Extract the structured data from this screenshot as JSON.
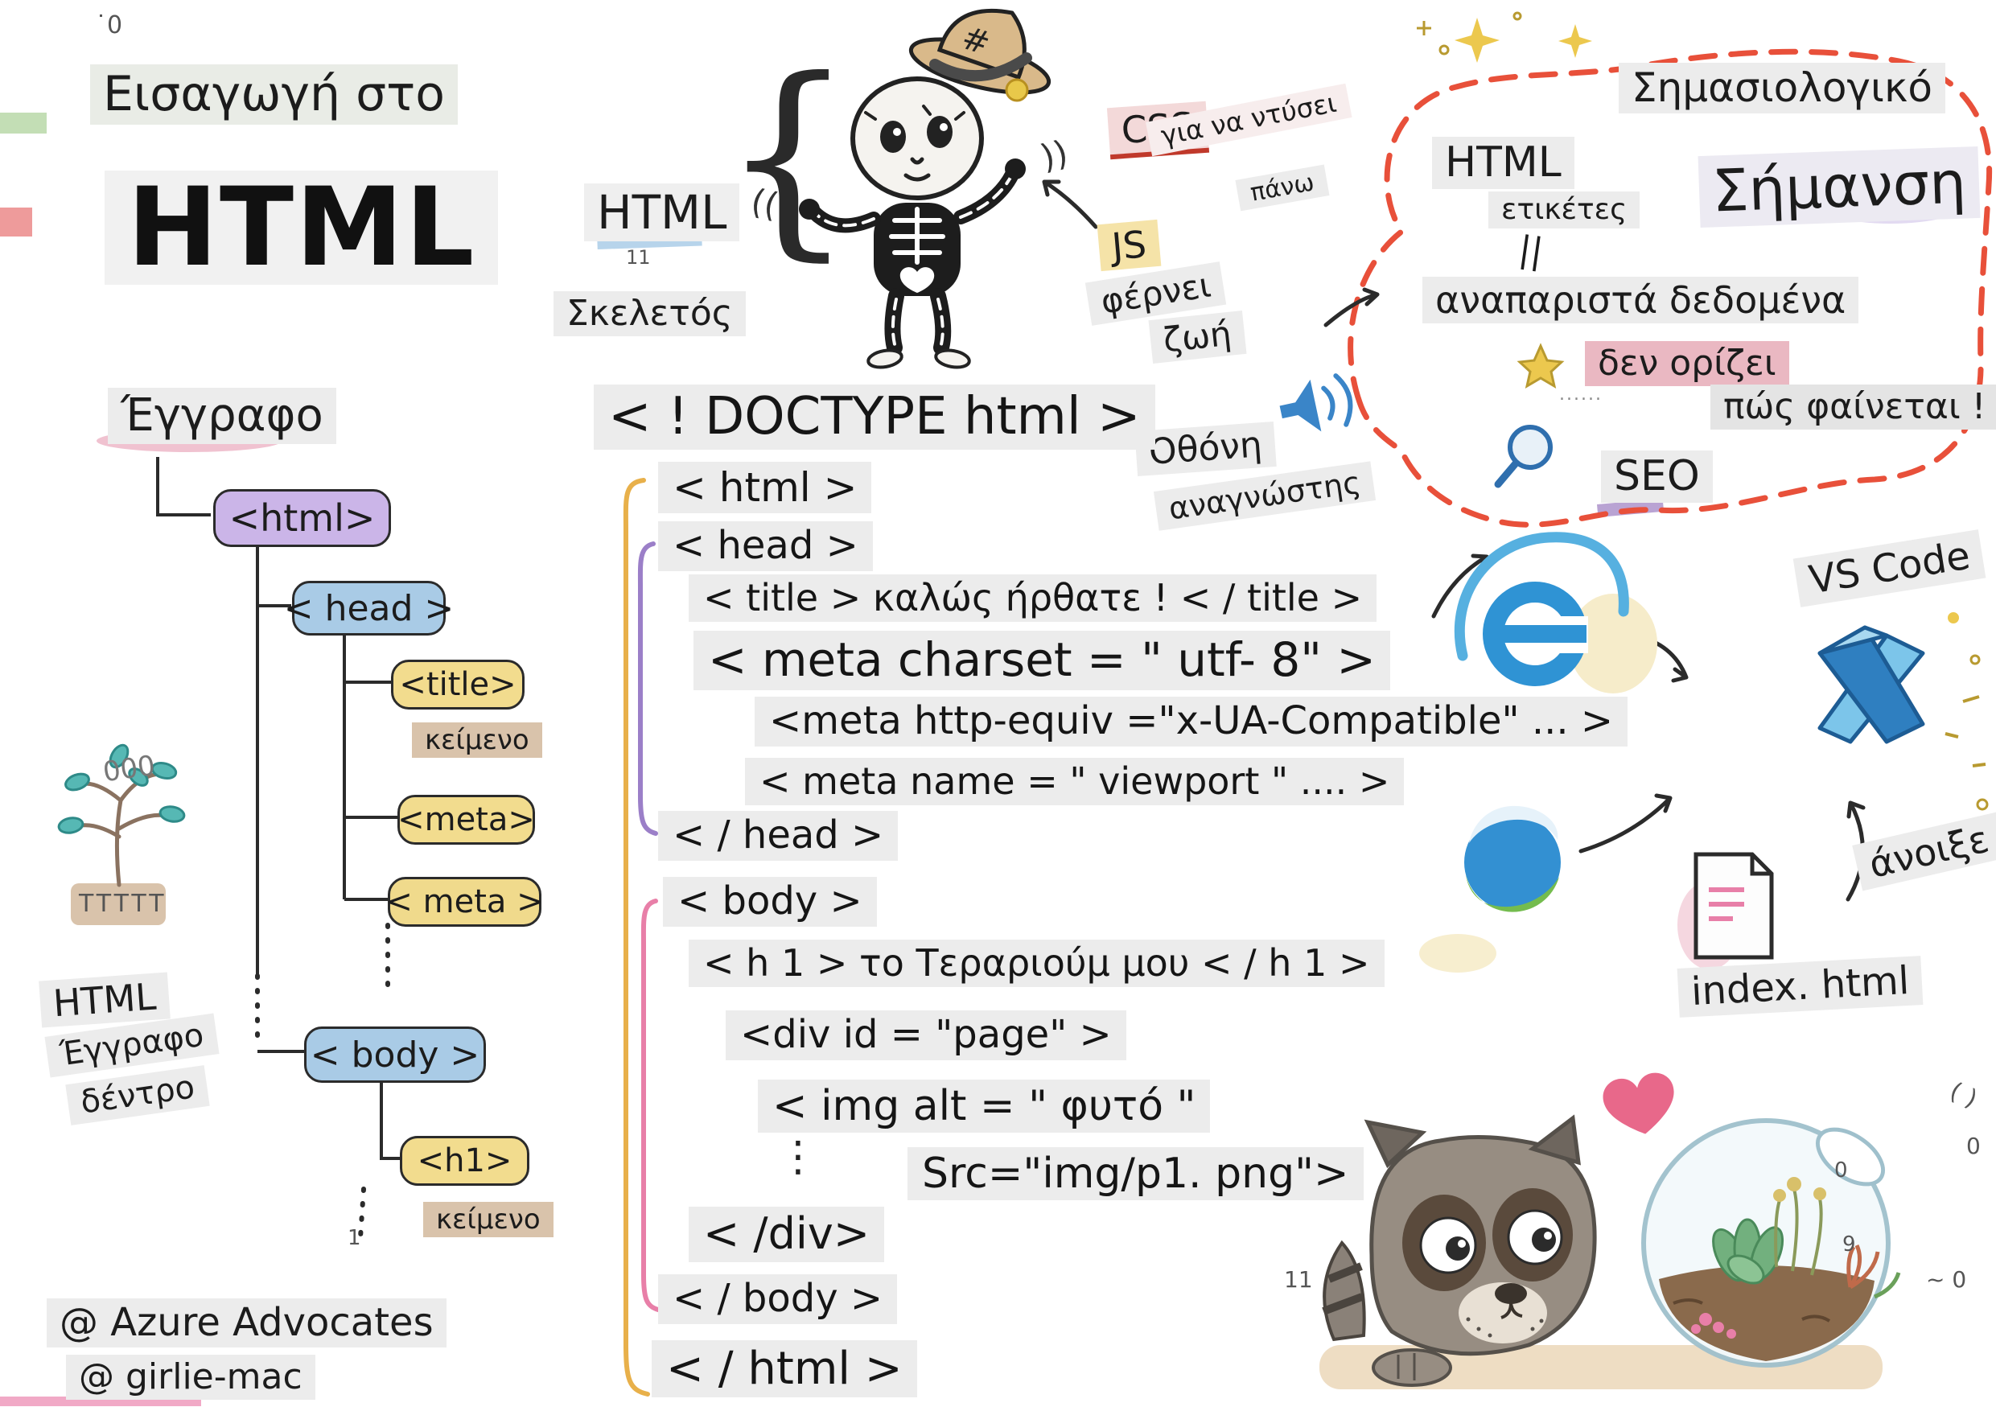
{
  "title": {
    "intro": "Εισαγωγή στο",
    "main": "HTML",
    "corner_mark": "˙0"
  },
  "skeleton": {
    "label": "HTML",
    "label_sub": "11",
    "caption": "Σκελετός",
    "brace": "{",
    "wave_left": "((",
    "wave_right": "))",
    "hat_mark": "#"
  },
  "css_note": {
    "label": "CSS",
    "line1": "για να ντύσει",
    "line2": "πάνω"
  },
  "js_note": {
    "label": "JS",
    "line1": "φέρνει",
    "line2": "ζωή"
  },
  "screen_note": {
    "line1": "Οθόνη",
    "line2": "αναγνώστης"
  },
  "semantic": {
    "title_small": "Σημασιολογικό",
    "title_big": "Σήμανση",
    "html": "HTML",
    "tags": "ετικέτες",
    "pipes": "||",
    "represents": "αναπαριστά δεδομένα",
    "not_define": "δεν ορίζει",
    "dots": "......",
    "how_looks": "πώς φαίνεται !",
    "seo": "SEO"
  },
  "tree": {
    "heading": "Έγγραφο",
    "html": "<html>",
    "head": "< head >",
    "title": "<title>",
    "text1": "κείμενο",
    "meta1": "<meta>",
    "meta2": "< meta >",
    "body": "< body >",
    "h1": "<h1>",
    "text2": "κείμενο",
    "footnote": "1",
    "doodle_top": "000",
    "doodle_base": "TTTTT",
    "label1": "HTML",
    "label2": "Έγγραφο",
    "label3": "δέντρο"
  },
  "code": {
    "doctype": "< ! DOCTYPE html >",
    "ellipsis": "⋮",
    "lines": [
      "< html >",
      "< head >",
      "< title > καλώς ήρθατε ! < / title >",
      "< meta charset = \" utf- 8\" >",
      "<meta http-equiv =\"x-UA-Compatible\" ... >",
      "< meta name = \" viewport \" .... >",
      "< / head >",
      "< body >",
      "< h 1 > το Τεραριούμ μου < / h 1 >",
      "<div id = \"page\" >",
      "< img alt = \" φυτό \"",
      "Src=\"img/p1. png\">",
      "< /div>",
      "< / body >",
      "< / html >"
    ]
  },
  "tools": {
    "vscode": "VS Code",
    "filename": "index. html",
    "open_note": "άνοιξε !"
  },
  "scene": {
    "eleven": "11",
    "scribble1": "( )",
    "scribble2": "0",
    "scribble3": "~ 0",
    "glass_zero": "0",
    "glass_nine": "9"
  },
  "credits": {
    "line1": "@ Azure Advocates",
    "line2": "@ girlie-mac"
  },
  "colors": {
    "accent_red": "#e8503a",
    "highlight_gray": "#ececec",
    "node_purple": "#cbb5e8",
    "node_blue": "#a9cbe6",
    "node_yellow": "#f2dc8e",
    "text_tan": "#d9c3ab",
    "bracket_orange": "#e8b04a",
    "bracket_purple": "#9b7fc8",
    "bracket_pink": "#e87fa8",
    "browser_blue": "#2f93d4",
    "edge_green": "#74bc4e"
  }
}
